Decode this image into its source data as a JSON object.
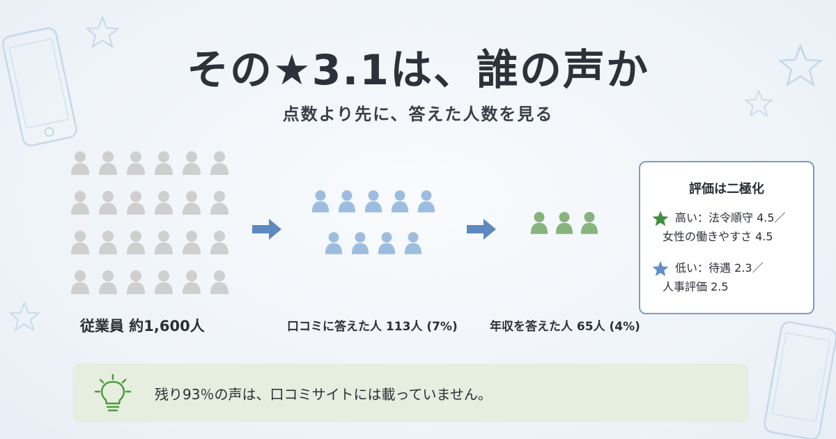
{
  "header": {
    "title": "その★3.1は、誰の声か",
    "subtitle": "点数より先に、答えた人数を見る"
  },
  "groups": {
    "employees": {
      "label": "従業員 約1,600人",
      "color": "#cfcfcf"
    },
    "reviewers": {
      "label": "口コミに答えた人 113人 (7%)",
      "color": "#9dbde0"
    },
    "salary": {
      "label": "年収を答えた人 65人 (4%)",
      "color": "#86b47c"
    }
  },
  "rating_box": {
    "title": "評価は二極化",
    "high": {
      "line1": "高い：法令順守 4.5／",
      "line2": "女性の働きやすさ 4.5",
      "star_color": "#3e8e3e"
    },
    "low": {
      "line1": "低い：待遇 2.3／",
      "line2": "人事評価 2.5",
      "star_color": "#5f8fc8"
    }
  },
  "callout": {
    "text": "残り93％の声は、口コミサイトには載っていません。"
  },
  "colors": {
    "arrow": "#5d89bf",
    "box_border": "#7c9cc4",
    "callout_bg": "#e5eedf",
    "bulb": "#4f9a3a"
  }
}
